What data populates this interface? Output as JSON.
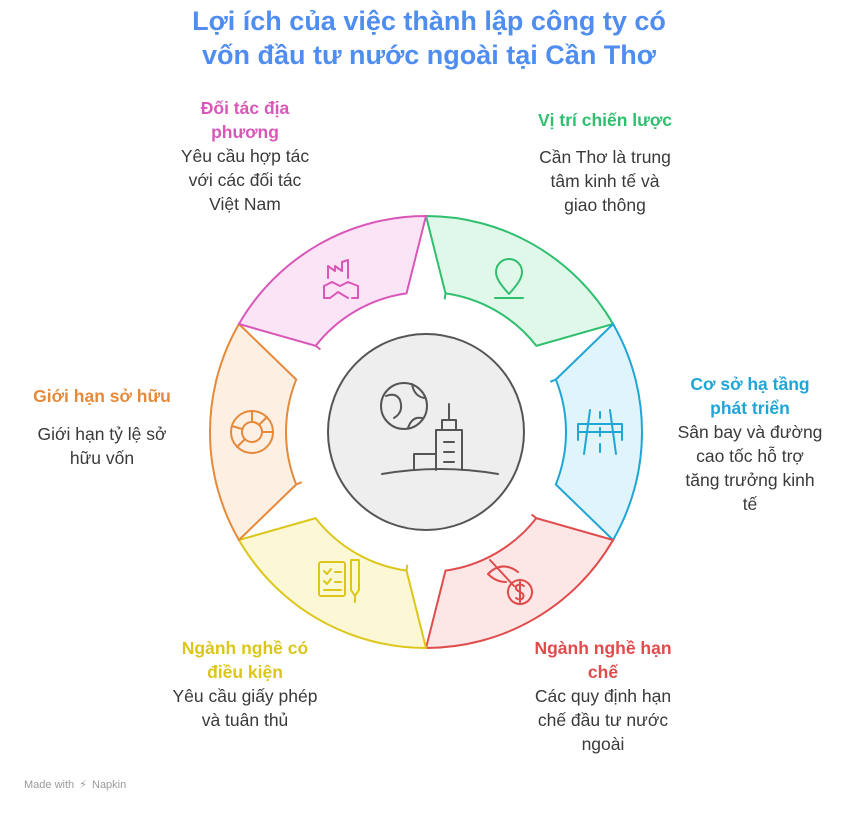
{
  "title_line1": "Lợi ích của việc thành lập công ty có",
  "title_line2": "vốn đầu tư nước ngoài tại Cần Thơ",
  "segments": [
    {
      "title": [
        "Vị trí chiến lược"
      ],
      "desc": [
        "Cần Thơ là trung",
        "tâm kinh tế và",
        "giao thông"
      ],
      "color": "#2fbf6e",
      "fill": "#e0f8ea",
      "icon": "location-pin-icon"
    },
    {
      "title": [
        "Cơ sở hạ tầng",
        "phát triển"
      ],
      "desc": [
        "Sân bay và đường",
        "cao tốc hỗ trợ",
        "tăng trưởng kinh",
        "tế"
      ],
      "color": "#1fa6d6",
      "fill": "#e0f4fb",
      "icon": "highway-icon"
    },
    {
      "title": [
        "Ngành nghề hạn",
        "chế"
      ],
      "desc": [
        "Các quy định hạn",
        "chế đầu tư nước",
        "ngoài"
      ],
      "color": "#e04b4b",
      "fill": "#fde6e6",
      "icon": "restricted-money-icon"
    },
    {
      "title": [
        "Ngành nghề có",
        "điều kiện"
      ],
      "desc": [
        "Yêu cầu giấy phép",
        "và tuân thủ"
      ],
      "color": "#dcc61a",
      "fill": "#fcf7d4",
      "icon": "checklist-pen-icon"
    },
    {
      "title": [
        "Giới hạn sở hữu"
      ],
      "desc": [
        "Giới hạn tỷ lệ sở",
        "hữu vốn"
      ],
      "color": "#e58a3a",
      "fill": "#fdefe2",
      "icon": "pie-chart-icon"
    },
    {
      "title": [
        "Đối tác địa",
        "phương"
      ],
      "desc": [
        "Yêu cầu hợp tác",
        "với các đối tác",
        "Việt Nam"
      ],
      "color": "#d957b8",
      "fill": "#fbe4f5",
      "icon": "handshake-factory-icon"
    }
  ],
  "center_icon": "globe-city-icon",
  "footer": {
    "prefix": "Made with",
    "brand": "Napkin"
  }
}
